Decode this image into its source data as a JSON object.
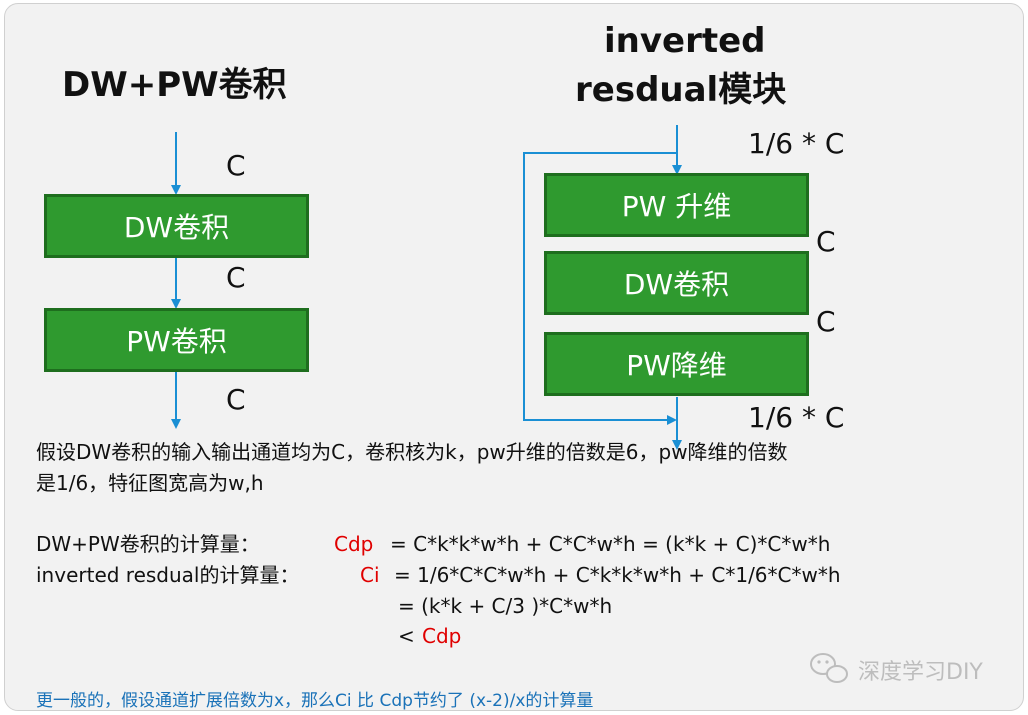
{
  "left": {
    "title": "DW+PW卷积",
    "box1": "DW卷积",
    "box2": "PW卷积",
    "c1": "C",
    "c2": "C",
    "c3": "C"
  },
  "right": {
    "title_line1": "inverted",
    "title_line2": "resdual模块",
    "top_label": "1/6 * C",
    "box1": "PW 升维",
    "box2": "DW卷积",
    "box3": "PW降维",
    "c1": "C",
    "c2": "C",
    "bottom_label": "1/6 * C"
  },
  "text": {
    "line1": "假设DW卷积的输入输出通道均为C，卷积核为k，pw升维的倍数是6，pw降维的倍数",
    "line2": "是1/6，特征图宽高为w,h",
    "dwpw_label": "DW+PW卷积的计算量：",
    "dwpw_var": "Cdp",
    "dwpw_expr": "= C*k*k*w*h + C*C*w*h = (k*k + C)*C*w*h",
    "ir_label": "inverted resdual的计算量：",
    "ir_var": "Ci",
    "ir_expr": "= 1/6*C*C*w*h + C*k*k*w*h + C*1/6*C*w*h",
    "ir_expr2": "= (k*k + C/3 )*C*w*h",
    "lt_sym": "<",
    "lt_var": "Cdp"
  },
  "note": "更一般的，假设通道扩展倍数为x，那么Ci 比 Cdp节约了 (x-2)/x的计算量",
  "watermark": "深度学习DIY",
  "colors": {
    "box_fill": "#2f9a2f",
    "arrow": "#1a8fd4",
    "red": "#e00000",
    "note": "#1a72b8"
  }
}
